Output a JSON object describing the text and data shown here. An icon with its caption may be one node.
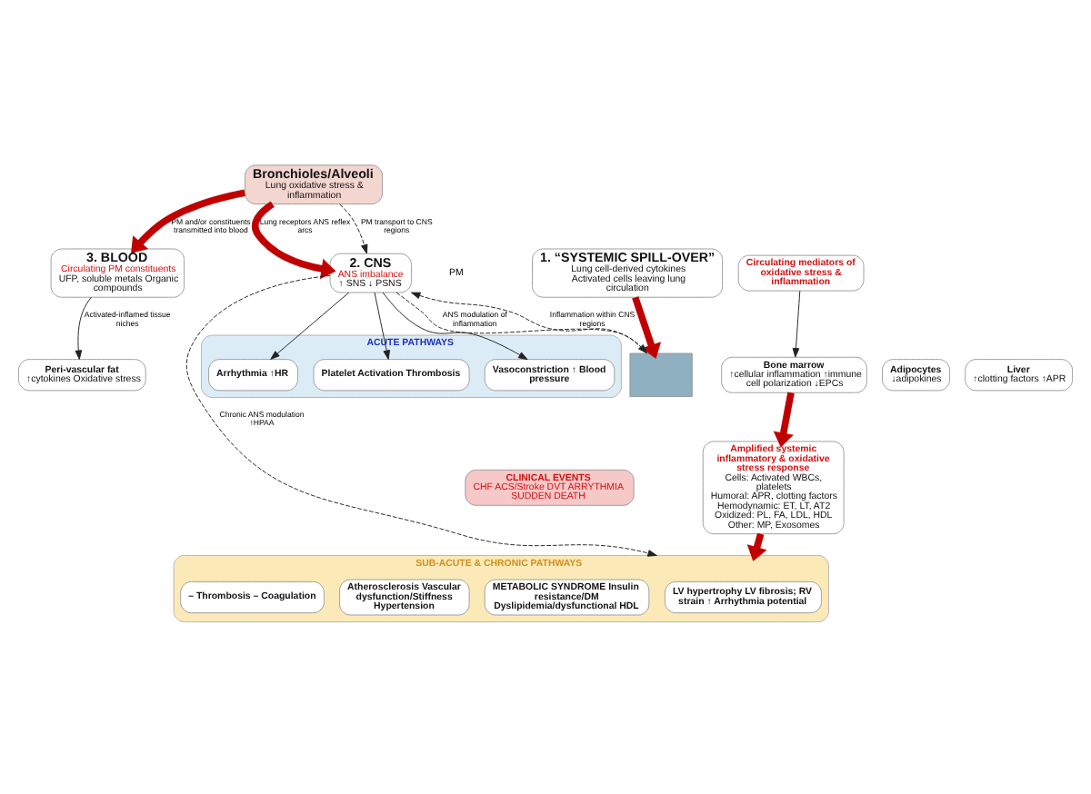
{
  "diagram": {
    "nodes": [
      {
        "text": [
          "Bronchioles/Alveoli",
          "Lung oxidative stress & inflammation"
        ]
      },
      {
        "text": [
          "1. “SYSTEMIC SPILL-OVER”",
          "Lung cell-derived cytokines Activated cells leaving lung circulation"
        ]
      },
      {
        "text": [
          "3. BLOOD",
          "Circulating PM constituents",
          "UFP, soluble metals Organic compounds"
        ]
      },
      {
        "text": [
          "2. CNS",
          "ANS imbalance",
          "↑ SNS ↓ PSNS"
        ]
      },
      {
        "text": [
          "Circulating mediators of oxidative stress & inflammation"
        ]
      },
      {
        "text": [],
        "shape": "box"
      },
      {
        "text": [
          "Peri-vascular fat",
          "↑cytokines Oxidative stress"
        ]
      },
      {
        "text": [
          "Adipocytes",
          "↓adipokines"
        ]
      },
      {
        "text": [
          "Liver",
          "↑clotting factors ↑APR"
        ]
      },
      {
        "text": [
          "Bone marrow",
          "↑cellular inflammation ↑immune cell polarization ↓EPCs"
        ]
      },
      {
        "text": [
          "Amplified systemic inflammatory & oxidative stress response",
          "Cells: Activated WBCs, platelets",
          "Humoral: APR, clotting factors",
          "Hemodynamic: ET, LT, AT2",
          "Oxidized: PL, FA, LDL, HDL",
          "Other: MP, Exosomes"
        ]
      },
      {
        "text": [
          "ACUTE PATHWAYS"
        ]
      },
      {
        "text": [
          "Arrhythmia ↑HR"
        ],
        "in": 11
      },
      {
        "text": [
          "Platelet Activation Thrombosis"
        ],
        "in": 11
      },
      {
        "text": [
          "Vasoconstriction ↑ Blood pressure"
        ],
        "in": 11
      },
      {
        "text": [
          "SUB-ACUTE & CHRONIC PATHWAYS"
        ]
      },
      {
        "text": [
          "LV hypertrophy LV fibrosis; RV strain ↑ Arrhythmia potential"
        ],
        "in": 15
      },
      {
        "text": [
          "METABOLIC SYNDROME Insulin resistance/DM Dyslipidemia/dysfunctional HDL"
        ],
        "in": 15
      },
      {
        "text": [
          "Atherosclerosis Vascular dysfunction/Stiffness Hypertension"
        ],
        "in": 15
      },
      {
        "text": [
          "– Thrombosis – Coagulation"
        ],
        "in": 15
      },
      {
        "text": [
          "CLINICAL EVENTS",
          "CHF ACS/Stroke DVT ARRYTHMIA SUDDEN DEATH"
        ]
      }
    ],
    "edges": [
      {
        "from": 0,
        "to": 2,
        "arrow": "to",
        "label": "PM and/or constituents transmitted into blood",
        "style": "thick",
        "color": "#c00000"
      },
      {
        "from": 0,
        "to": 3,
        "arrow": "to",
        "label": "Lung receptors ANS reflex arcs",
        "style": "thick",
        "color": "#c00000"
      },
      {
        "from": 0,
        "to": 3,
        "arrow": "to",
        "label": "PM transport to CNS regions",
        "style": "dashed"
      },
      {
        "from": 1,
        "to": 5,
        "arrow": "to",
        "style": "thick",
        "color": "#c00000"
      },
      {
        "from": 3,
        "to": 5,
        "arrow": "to",
        "label": "ANS modulation of inflammation",
        "style": "dashed"
      },
      {
        "from": 5,
        "to": 3,
        "arrow": "to",
        "label": "Inflammation within CNS regions",
        "style": "dashed"
      },
      {
        "from": 2,
        "to": 6,
        "arrow": "to",
        "label": "Activated-inflamed tissue niches"
      },
      {
        "from": 4,
        "to": 9,
        "arrow": "to"
      },
      {
        "from": 9,
        "to": 10,
        "arrow": "to",
        "style": "thick",
        "color": "#c00000"
      },
      {
        "from": 10,
        "to": 15,
        "arrow": "to",
        "style": "thick",
        "color": "#c00000"
      },
      {
        "from": 3,
        "to": 12,
        "arrow": "to"
      },
      {
        "from": 3,
        "to": 13,
        "arrow": "to"
      },
      {
        "from": 3,
        "to": 14,
        "arrow": "to"
      },
      {
        "from": 3,
        "to": 15,
        "arrow": "to",
        "label": "Chronic ANS modulation ↑HPAA",
        "style": "dashed"
      }
    ],
    "labels": [
      "PM"
    ]
  }
}
